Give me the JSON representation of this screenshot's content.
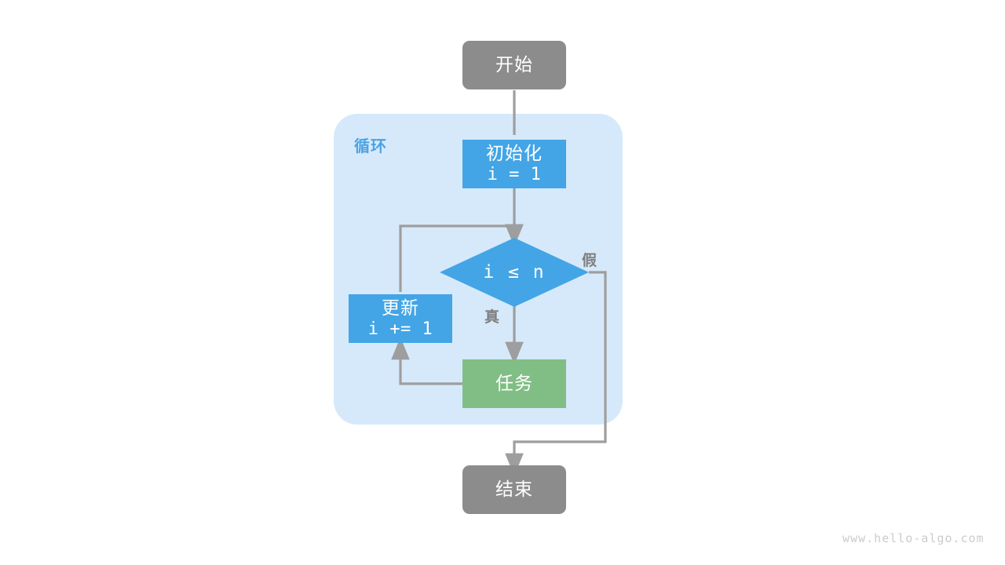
{
  "diagram": {
    "title_watermark": "www.hello-algo.com",
    "colors": {
      "terminal": "#8c8c8c",
      "process": "#43a5e6",
      "task": "#81be85",
      "container_bg": "#d6e9fa",
      "container_title": "#4ba3e3",
      "edge": "#9e9e9e",
      "edge_label": "#7f7f7f",
      "node_text": "#ffffff",
      "watermark": "#cccccc",
      "background": "#ffffff"
    },
    "container": {
      "label": "循环"
    },
    "nodes": {
      "start": {
        "label": "开始",
        "shape": "rounded-rect",
        "type": "terminal"
      },
      "init": {
        "label_cn": "初始化",
        "label_code": "i = 1",
        "shape": "rect",
        "type": "process"
      },
      "condition": {
        "label": "i ≤ n",
        "shape": "diamond",
        "type": "process"
      },
      "update": {
        "label_cn": "更新",
        "label_code": "i += 1",
        "shape": "rect",
        "type": "process"
      },
      "task": {
        "label": "任务",
        "shape": "rect",
        "type": "task"
      },
      "end": {
        "label": "结束",
        "shape": "rounded-rect",
        "type": "terminal"
      }
    },
    "edge_labels": {
      "true_branch": "真",
      "false_branch": "假"
    }
  }
}
